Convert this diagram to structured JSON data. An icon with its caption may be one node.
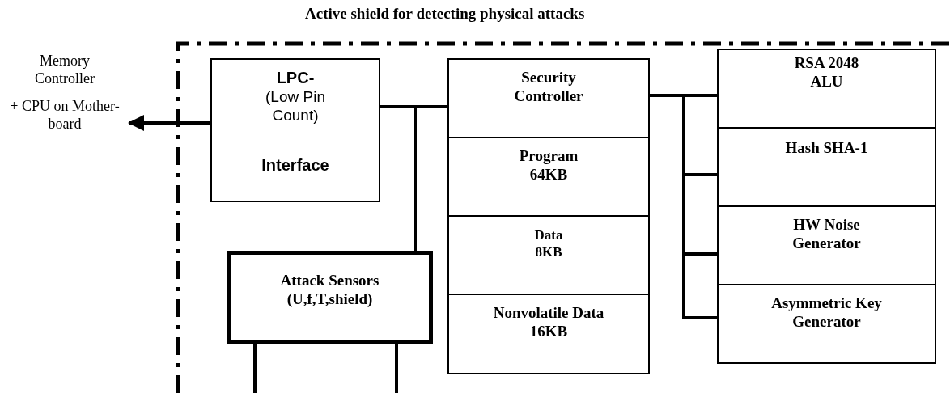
{
  "diagram": {
    "nodes": [
      {
        "text": [
          "Active shield for detecting physical attacks"
        ]
      },
      {
        "text": [
          "Memory Controller",
          "+ CPU on Mother-board"
        ]
      },
      {
        "text": [
          "LPC-",
          "(Low Pin Count)",
          "Interface"
        ],
        "in": 0
      },
      {
        "text": [
          "Attack Sensors (U,f,T,shield)"
        ],
        "in": 0
      },
      {
        "text": [
          "Security Controller"
        ],
        "in": 0
      },
      {
        "text": [
          "Program 64KB"
        ],
        "in": 0
      },
      {
        "text": [
          "Data 8KB"
        ],
        "in": 0
      },
      {
        "text": [
          "Nonvolatile Data 16KB"
        ],
        "in": 0
      },
      {
        "text": [
          "RSA 2048 ALU"
        ],
        "in": 0
      },
      {
        "text": [
          "Hash SHA-1"
        ],
        "in": 0
      },
      {
        "text": [
          "HW Noise Generator"
        ],
        "in": 0
      },
      {
        "text": [
          "Asymmetric Key Generator"
        ],
        "in": 0
      }
    ],
    "edges": [
      {
        "from": 2,
        "to": 1,
        "arrow": "to"
      },
      {
        "from": 3,
        "to": 2,
        "arrow": "none"
      },
      {
        "from": 3,
        "to": 4,
        "arrow": "none"
      },
      {
        "from": 4,
        "to": 8,
        "arrow": "none"
      },
      {
        "from": 4,
        "to": 9,
        "arrow": "none"
      },
      {
        "from": 4,
        "to": 10,
        "arrow": "none"
      },
      {
        "from": 4,
        "to": 11,
        "arrow": "none"
      },
      {
        "from": 3,
        "to": null,
        "arrow": "none"
      },
      {
        "from": 3,
        "to": null,
        "arrow": "none"
      }
    ]
  }
}
